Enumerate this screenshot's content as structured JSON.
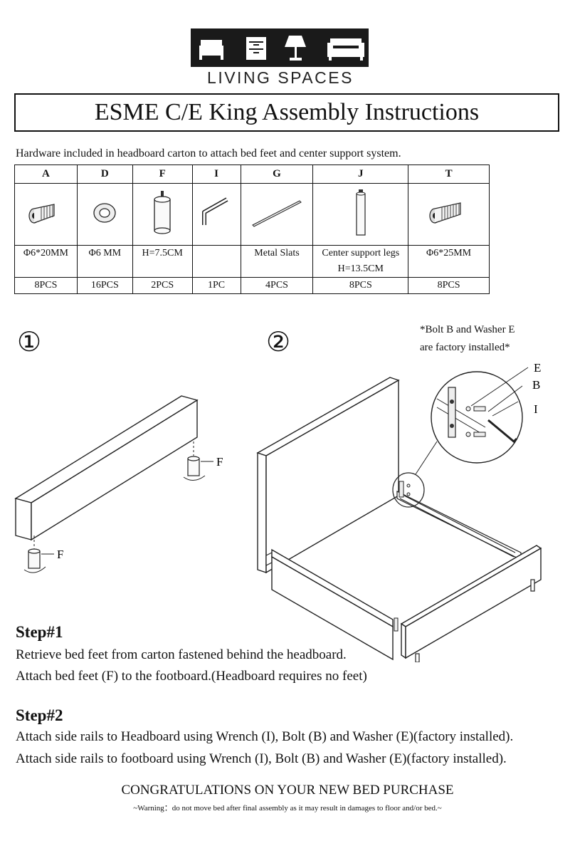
{
  "logo": {
    "brand": "LIVING SPACES",
    "icons": [
      "bed-icon",
      "nightstand-icon",
      "lamp-icon",
      "sofa-icon"
    ]
  },
  "title": "ESME C/E King Assembly Instructions",
  "hardware_note": "Hardware included in headboard carton to attach bed feet and center support system.",
  "hardware": [
    {
      "letter": "A",
      "icon": "hex-bolt-20mm-icon",
      "spec": "Φ6*20MM",
      "spec2": "",
      "qty": "8PCS"
    },
    {
      "letter": "D",
      "icon": "washer-icon",
      "spec": "Φ6 MM",
      "spec2": "",
      "qty": "16PCS"
    },
    {
      "letter": "F",
      "icon": "bed-foot-icon",
      "spec": "H=7.5CM",
      "spec2": "",
      "qty": "2PCS"
    },
    {
      "letter": "I",
      "icon": "allen-wrench-icon",
      "spec": "",
      "spec2": "",
      "qty": "1PC"
    },
    {
      "letter": "G",
      "icon": "metal-slat-icon",
      "spec": "Metal Slats",
      "spec2": "",
      "qty": "4PCS"
    },
    {
      "letter": "J",
      "icon": "support-leg-icon",
      "spec": "Center support legs",
      "spec2": "H=13.5CM",
      "qty": "8PCS"
    },
    {
      "letter": "T",
      "icon": "hex-bolt-25mm-icon",
      "spec": "Φ6*25MM",
      "spec2": "",
      "qty": "8PCS"
    }
  ],
  "step_markers": {
    "one": "①",
    "two": "②"
  },
  "bolt_note": {
    "line1": "*Bolt B and Washer E",
    "line2": "are factory installed*"
  },
  "diagram1": {
    "label_f_upper": "F",
    "label_f_lower": "F"
  },
  "diagram2": {
    "label_e": "E",
    "label_b": "B",
    "label_i": "I"
  },
  "step1": {
    "title": "Step#1",
    "line1": "Retrieve bed feet from carton fastened behind the headboard.",
    "line2": "Attach bed feet (F) to the footboard.(Headboard requires no feet)"
  },
  "step2": {
    "title": "Step#2",
    "line1": "Attach side rails to Headboard using Wrench (I), Bolt (B) and Washer (E)(factory installed).",
    "line2": "Attach side rails to footboard using Wrench (I), Bolt (B) and Washer (E)(factory installed)."
  },
  "congrats": "CONGRATULATIONS ON YOUR NEW BED PURCHASE",
  "warning": "~Warning：do not move bed after final assembly as it may result in damages to floor and/or bed.~"
}
